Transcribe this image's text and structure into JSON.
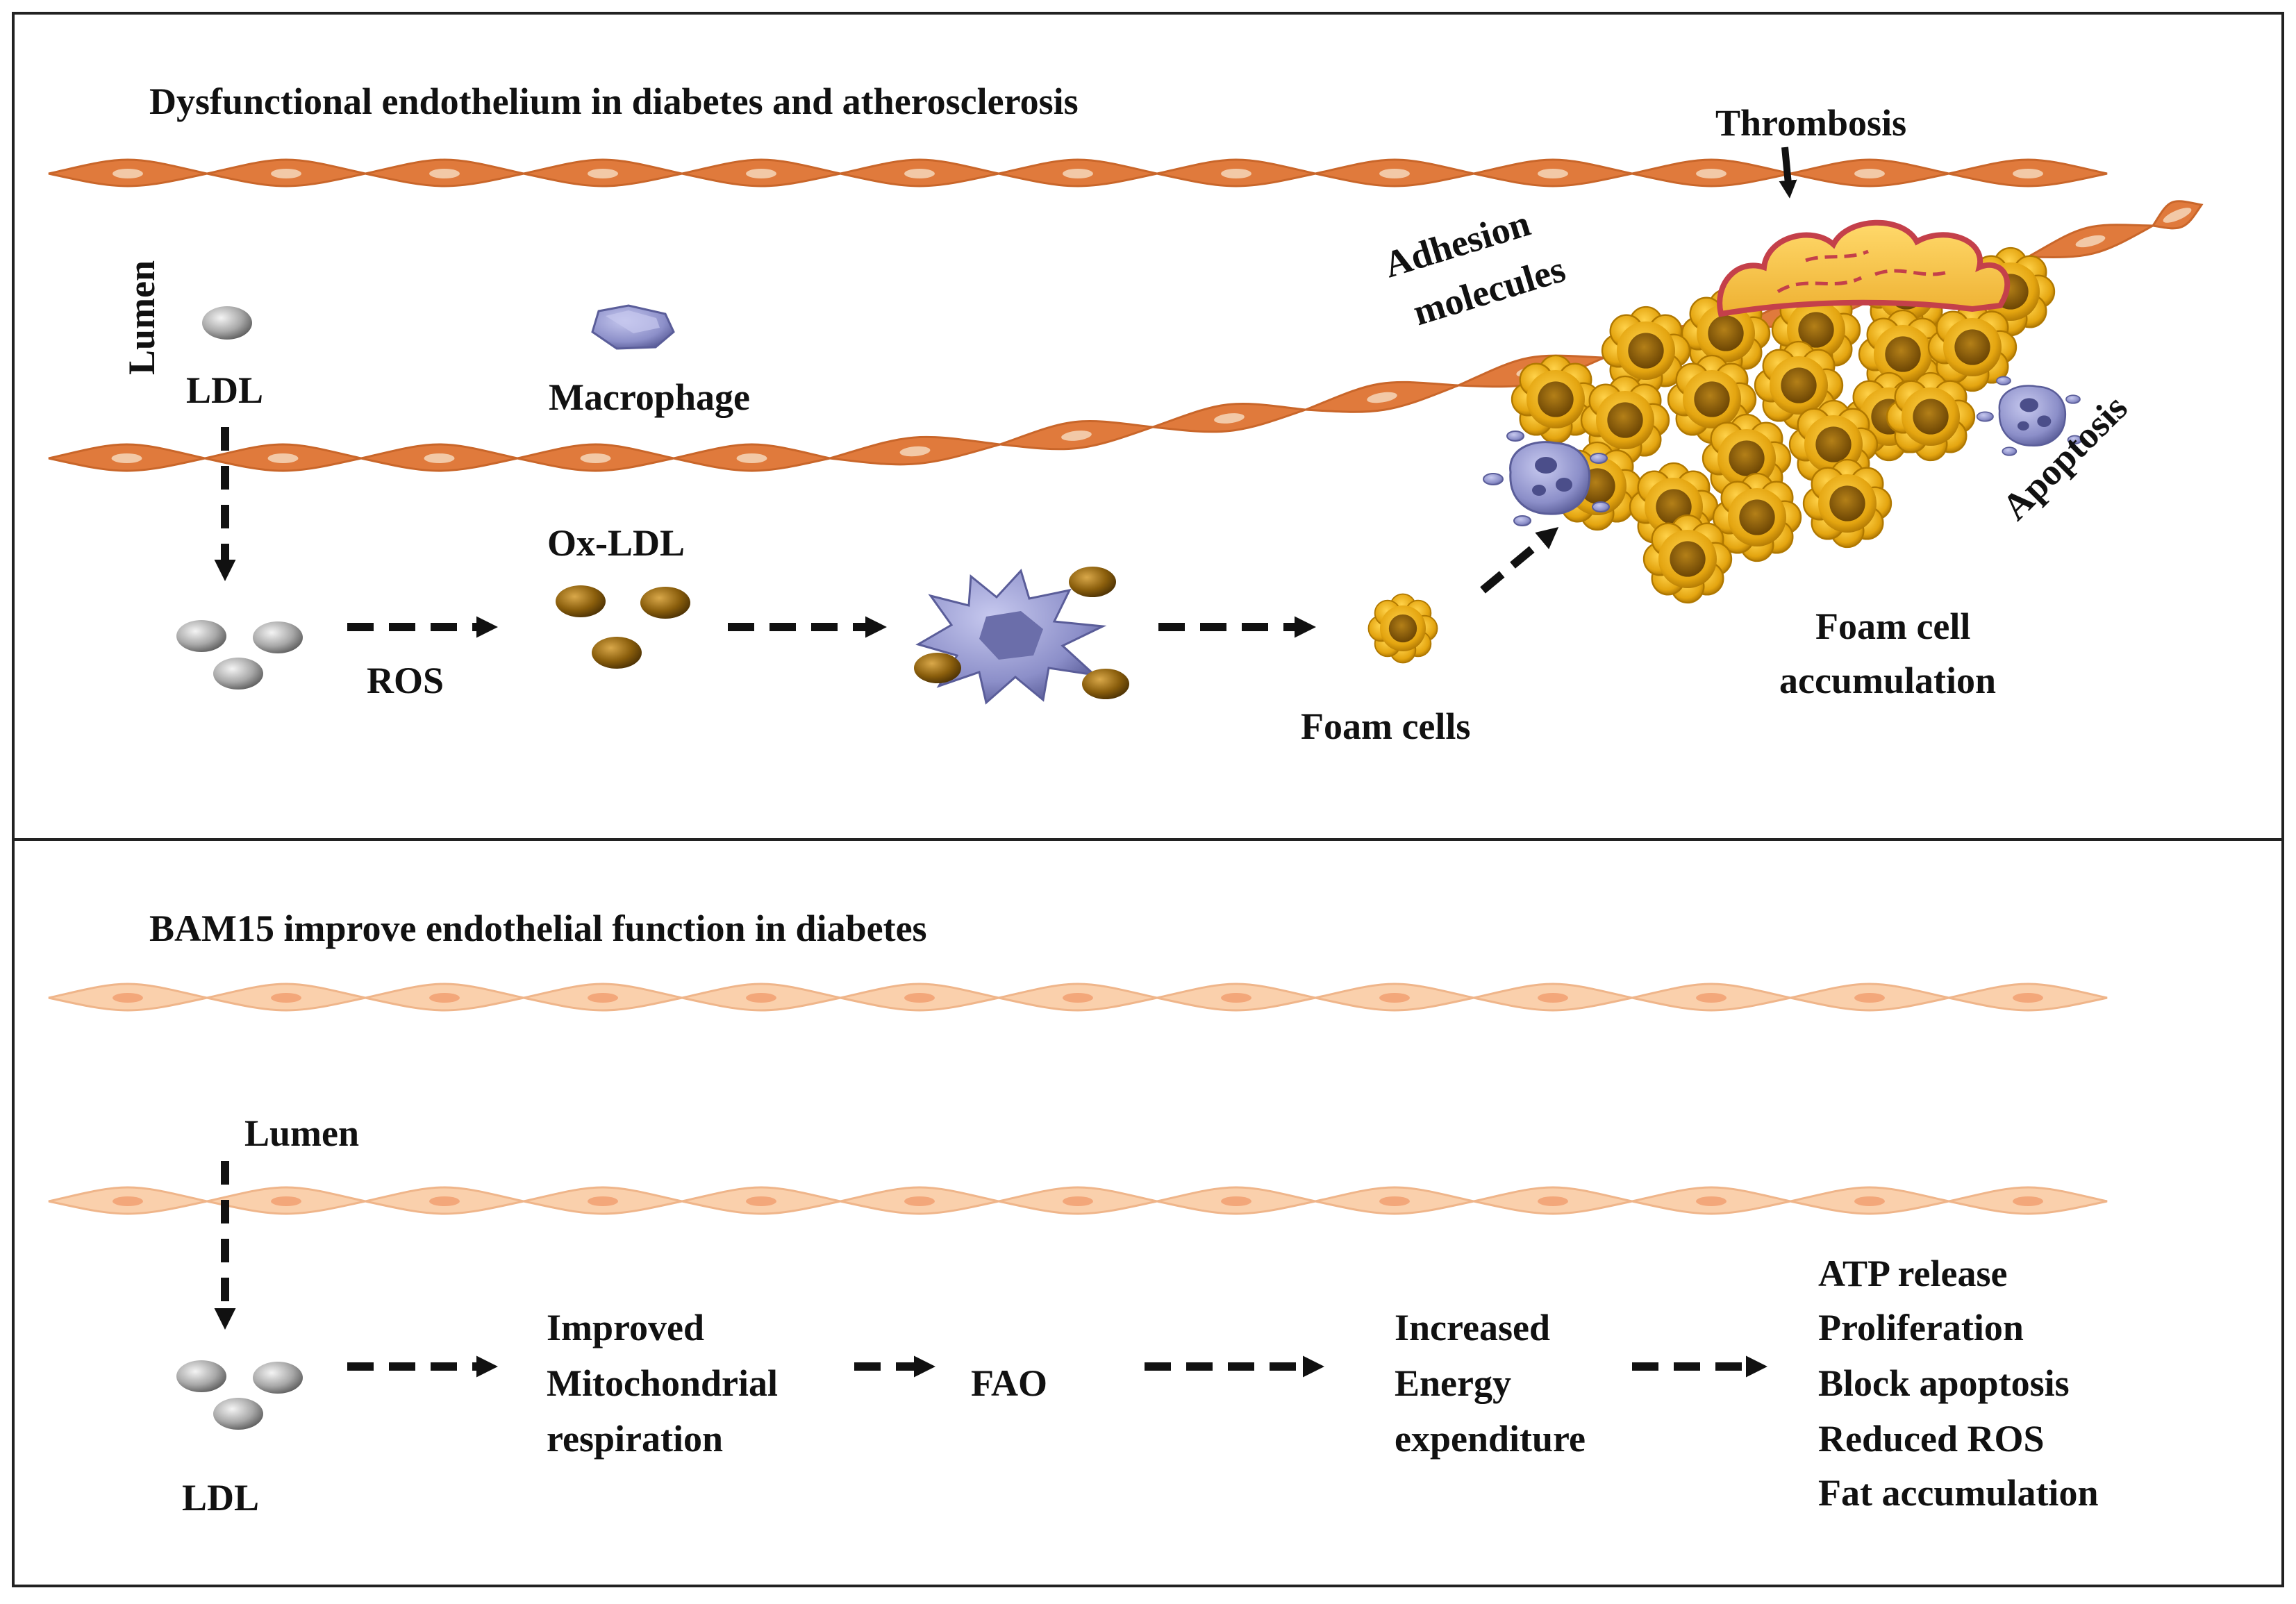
{
  "top_panel": {
    "title": "Dysfunctional endothelium in diabetes and atherosclerosis",
    "lumen": "Lumen",
    "ldl": "LDL",
    "macrophage": "Macrophage",
    "ros": "ROS",
    "ox_ldl": "Ox-LDL",
    "foam_cells": "Foam cells",
    "adhesion_1": "Adhesion",
    "adhesion_2": "molecules",
    "thrombosis": "Thrombosis",
    "apoptosis": "Apoptosis",
    "foam_accum_1": "Foam cell",
    "foam_accum_2": "accumulation"
  },
  "bottom_panel": {
    "title": "BAM15 improve endothelial function in diabetes",
    "lumen": "Lumen",
    "ldl": "LDL",
    "mito_1": "Improved",
    "mito_2": "Mitochondrial",
    "mito_3": "respiration",
    "fao": "FAO",
    "energy_1": "Increased",
    "energy_2": "Energy",
    "energy_3": "expenditure",
    "outcomes": [
      "ATP release",
      "Proliferation",
      "Block apoptosis",
      "Reduced ROS",
      "Fat accumulation"
    ]
  },
  "colors": {
    "dysfunctional_cell": "#e07a3c",
    "healthy_cell": "#fad0ac",
    "foam_cell": "#e4a510",
    "ox_ldl": "#8a5e0c",
    "macrophage": "#8c8fc9",
    "thrombus": "#f3c24e",
    "thrombus_outline": "#c4404a"
  }
}
